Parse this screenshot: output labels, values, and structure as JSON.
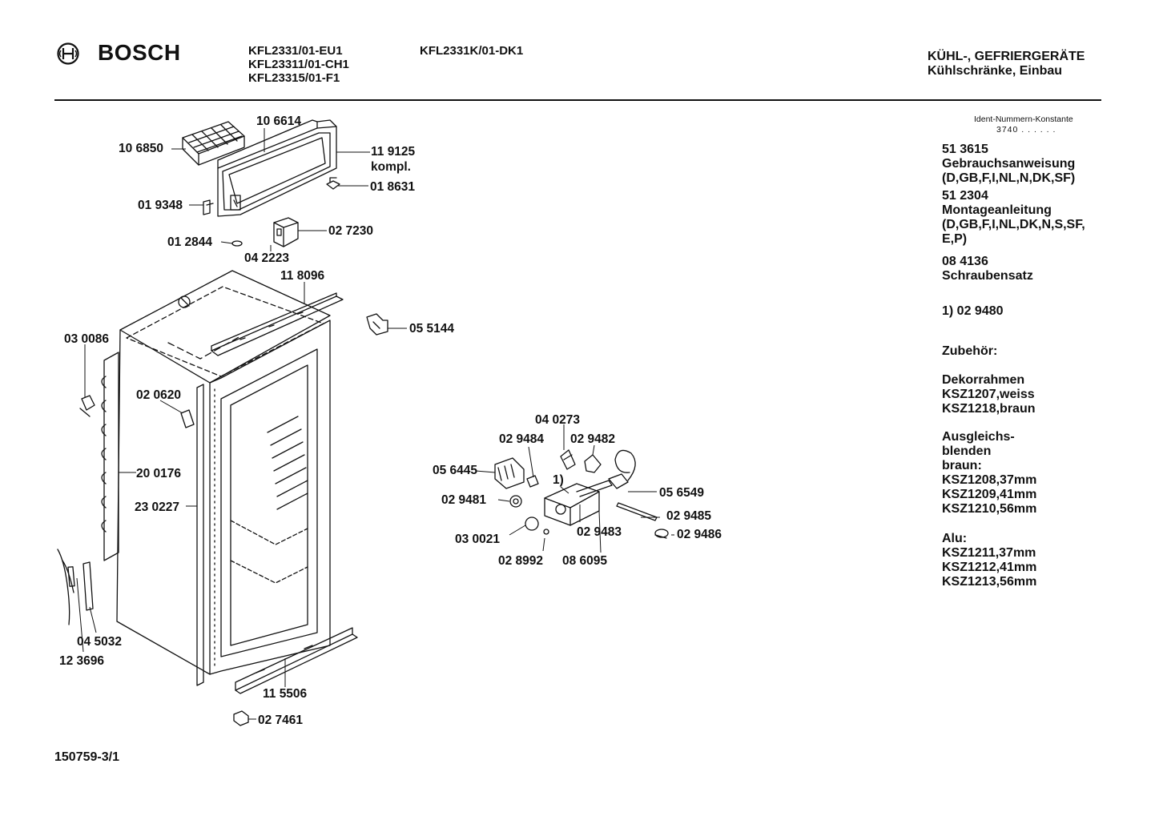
{
  "header": {
    "brand": "BOSCH",
    "models_col1": [
      "KFL2331/01-EU1",
      "KFL23311/01-CH1",
      "KFL23315/01-F1"
    ],
    "model_col2": "KFL2331K/01-DK1",
    "category_line1": "KÜHL-, GEFRIERGERÄTE",
    "category_line2": "Kühlschränke, Einbau"
  },
  "side": {
    "ident_title": "Ident-Nummern-Konstante",
    "ident_value": "3740  . .  . . . .",
    "items": [
      {
        "num": "51 3615",
        "lines": [
          "Gebrauchsanweisung",
          "(D,GB,F,I,NL,N,DK,SF)"
        ]
      },
      {
        "num": "51 2304",
        "lines": [
          "Montageanleitung",
          "(D,GB,F,I,NL,DK,N,S,SF,",
          "E,P)"
        ]
      },
      {
        "num": "08 4136",
        "lines": [
          "Schraubensatz"
        ]
      }
    ],
    "footnote": "1)  02 9480",
    "accessories_title": "Zubehör:",
    "deco_title": "Dekorrahmen",
    "deco_items": [
      "KSZ1207,weiss",
      "KSZ1218,braun"
    ],
    "ausgleich_lines": [
      "Ausgleichs-",
      "blenden",
      "braun:"
    ],
    "ausgleich_items": [
      "KSZ1208,37mm",
      "KSZ1209,41mm",
      "KSZ1210,56mm"
    ],
    "alu_title": "Alu:",
    "alu_items": [
      "KSZ1211,37mm",
      "KSZ1212,41mm",
      "KSZ1213,56mm"
    ]
  },
  "parts": {
    "p106614": "10 6614",
    "p106850": "10 6850",
    "p119125": "11 9125",
    "kompl": "kompl.",
    "p018631": "01 8631",
    "p019348": "01 9348",
    "p027230": "02 7230",
    "p012844": "01 2844",
    "p042223": "04 2223",
    "p118096": "11 8096",
    "p055144": "05 5144",
    "p030086": "03 0086",
    "p020620": "02 0620",
    "p200176": "20 0176",
    "p230227": "23 0227",
    "p045032": "04 5032",
    "p123696": "12 3696",
    "p115506": "11 5506",
    "p027461": "02 7461",
    "p040273": "04 0273",
    "p029484": "02 9484",
    "p029482": "02 9482",
    "p056445": "05 6445",
    "fn1": "1)",
    "p056549": "05 6549",
    "p029481": "02 9481",
    "p029485": "02 9485",
    "p029483": "02 9483",
    "p029486": "02 9486",
    "p030021": "03 0021",
    "p028992": "02 8992",
    "p086095": "08 6095"
  },
  "footer": {
    "doc_number": "150759-3/1"
  }
}
